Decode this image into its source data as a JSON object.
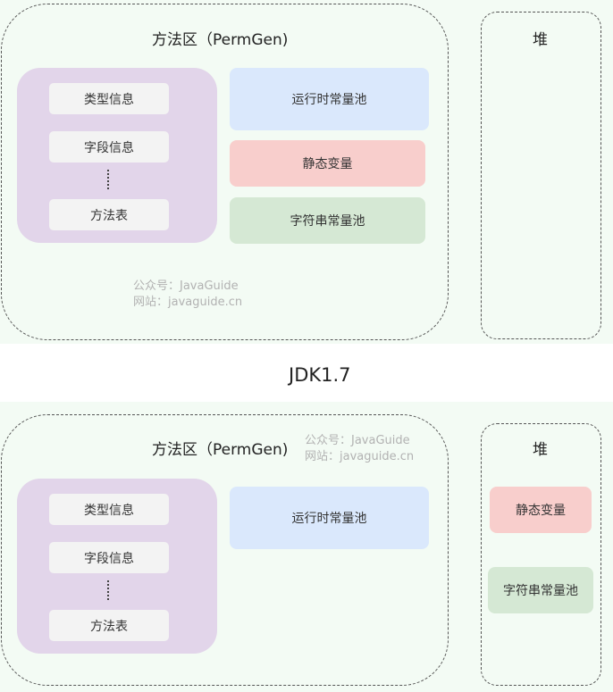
{
  "top": {
    "permgen_title": "方法区（PermGen)",
    "heap_title": "堆",
    "class_items": [
      "类型信息",
      "字段信息",
      "方法表"
    ],
    "runtime_constant_pool": "运行时常量池",
    "static_vars": "静态变量",
    "string_pool": "字符串常量池",
    "watermark_line1": "公众号：JavaGuide",
    "watermark_line2": "网站：javaguide.cn"
  },
  "separator_label": "JDK1.7",
  "bottom": {
    "permgen_title": "方法区（PermGen)",
    "heap_title": "堆",
    "class_items": [
      "类型信息",
      "字段信息",
      "方法表"
    ],
    "runtime_constant_pool": "运行时常量池",
    "static_vars": "静态变量",
    "string_pool": "字符串常量池",
    "watermark_line1": "公众号：JavaGuide",
    "watermark_line2": "网站：javaguide.cn"
  },
  "colors": {
    "background_tint": "#f3fbf4",
    "class_info_bg": "#e2d5ea",
    "item_bg": "#f3f3f3",
    "runtime_constant_pool_bg": "#dae8fc",
    "static_vars_bg": "#f8cecc",
    "string_pool_bg": "#d5e8d4"
  }
}
